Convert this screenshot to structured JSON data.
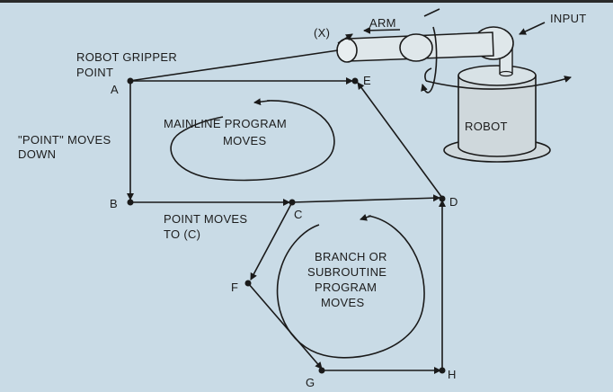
{
  "labels": {
    "gripper_line1": "ROBOT GRIPPER",
    "gripper_line2": "POINT",
    "x_axis": "(X)",
    "arm": "ARM",
    "input": "INPUT",
    "robot": "ROBOT",
    "point_down_line1": "\"POINT\" MOVES",
    "point_down_line2": "DOWN",
    "point_to_c_line1": "POINT MOVES",
    "point_to_c_line2": "TO (C)",
    "mainline_line1": "MAINLINE PROGRAM",
    "mainline_line2": "MOVES",
    "branch_line1": "BRANCH OR",
    "branch_line2": "SUBROUTINE",
    "branch_line3": "PROGRAM",
    "branch_line4": "MOVES"
  },
  "points": {
    "a": "A",
    "b": "B",
    "c": "C",
    "d": "D",
    "e": "E",
    "f": "F",
    "g": "G",
    "h": "H"
  },
  "colors": {
    "background": "#c9dbe6",
    "ink": "#1a1a1a"
  }
}
